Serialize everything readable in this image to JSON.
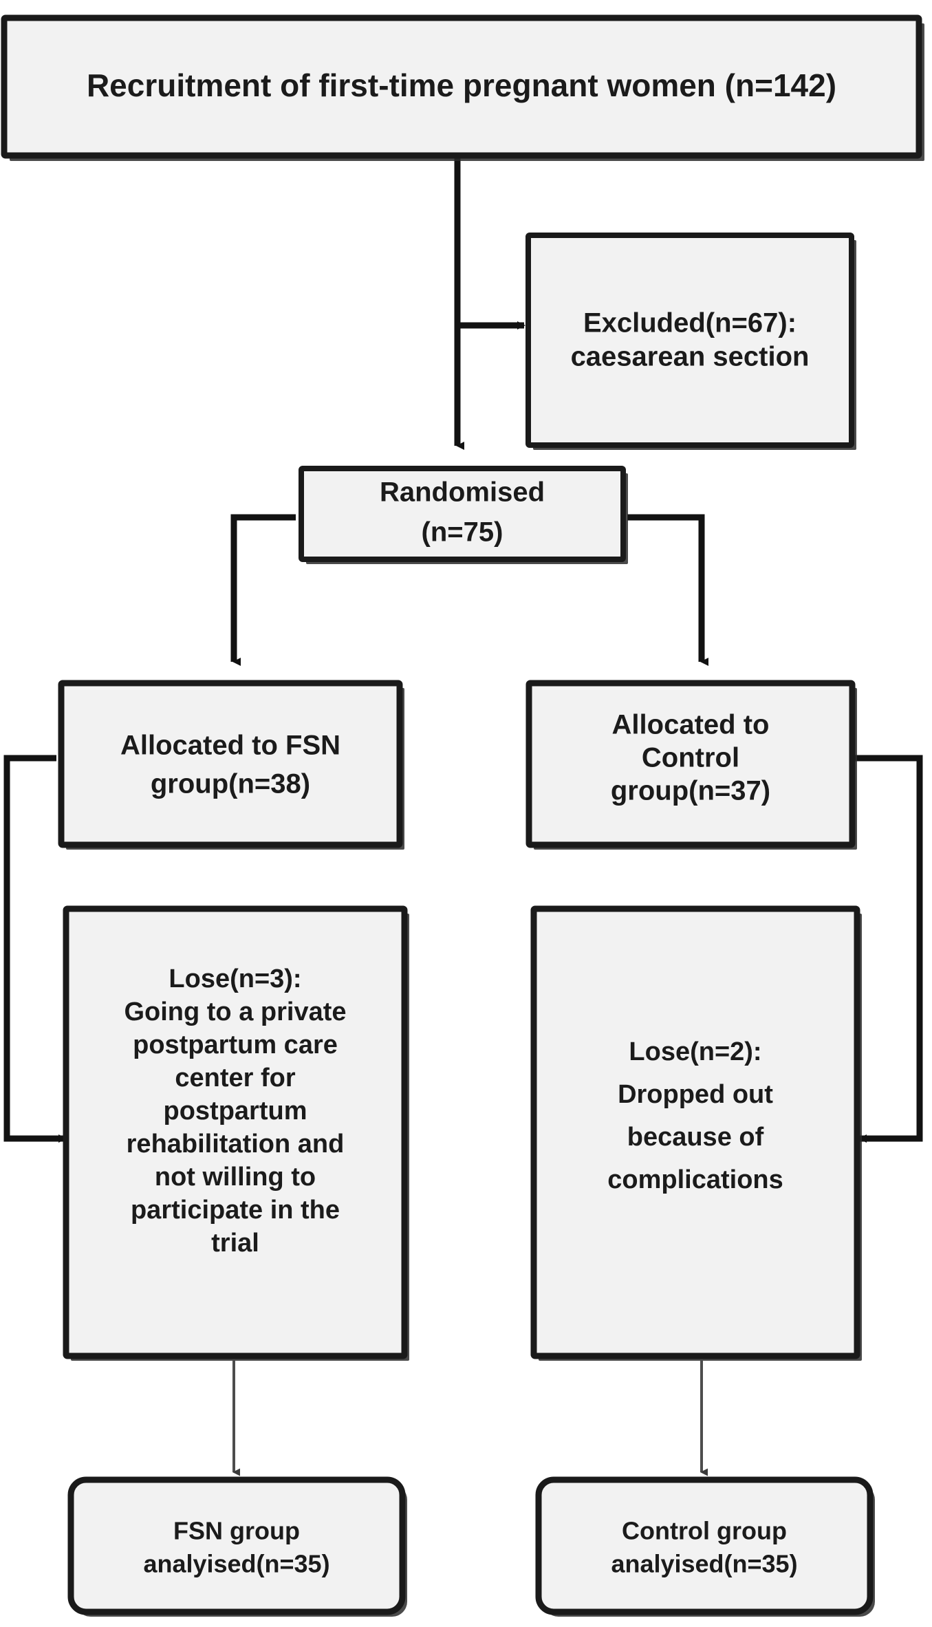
{
  "diagram": {
    "type": "consort-flow-diagram",
    "title_text": "Recruitment of first-time pregnant women (n=142)",
    "colors": {
      "box_fill": "#f2f2f2",
      "box_border": "#1a1a1a",
      "connector": "#121212",
      "connector_thin": "#4d4d4d",
      "text": "#1b1b1b",
      "background": "#ffffff"
    }
  },
  "nodes": {
    "recruitment": {
      "name": "recruitment-box",
      "lines": [
        "Recruitment of first-time pregnant women (n=142)"
      ],
      "n": 142
    },
    "excluded": {
      "name": "excluded-box",
      "lines": [
        "Excluded(n=67):",
        "caesarean section"
      ],
      "n": 67,
      "reason": "caesarean section"
    },
    "randomised": {
      "name": "randomised-box",
      "lines": [
        "Randomised",
        "(n=75)"
      ],
      "n": 75
    },
    "allocated_fsn": {
      "name": "allocated-fsn-box",
      "lines": [
        "Allocated to FSN",
        "group(n=38)"
      ],
      "n": 38,
      "group": "FSN"
    },
    "allocated_control": {
      "name": "allocated-control-box",
      "lines": [
        "Allocated to",
        "Control",
        "group(n=37)"
      ],
      "n": 37,
      "group": "Control"
    },
    "lose_fsn": {
      "name": "lose-fsn-box",
      "lines": [
        "Lose(n=3):",
        "Going to a private",
        "postpartum care",
        "center for",
        "postpartum",
        "rehabilitation and",
        "not willing to",
        "participate in the",
        "trial"
      ],
      "n": 3
    },
    "lose_control": {
      "name": "lose-control-box",
      "lines": [
        "Lose(n=2):",
        "Dropped out",
        "because of",
        "complications"
      ],
      "n": 2
    },
    "analysed_fsn": {
      "name": "analysed-fsn-box",
      "lines": [
        "FSN group",
        "analyised(n=35)"
      ],
      "n": 35
    },
    "analysed_control": {
      "name": "analysed-control-box",
      "lines": [
        "Control group",
        "analyised(n=35)"
      ],
      "n": 35
    }
  },
  "edges": [
    {
      "name": "edge-recruitment-to-randomised",
      "from": "recruitment",
      "to": "randomised"
    },
    {
      "name": "edge-recruitment-to-excluded",
      "from": "recruitment",
      "to": "excluded"
    },
    {
      "name": "edge-randomised-to-allocated-fsn",
      "from": "randomised",
      "to": "allocated_fsn"
    },
    {
      "name": "edge-randomised-to-allocated-control",
      "from": "randomised",
      "to": "allocated_control"
    },
    {
      "name": "edge-allocated-fsn-to-lose-fsn",
      "from": "allocated_fsn",
      "to": "lose_fsn"
    },
    {
      "name": "edge-allocated-control-to-lose-control",
      "from": "allocated_control",
      "to": "lose_control"
    },
    {
      "name": "edge-lose-fsn-to-analysed-fsn",
      "from": "lose_fsn",
      "to": "analysed_fsn"
    },
    {
      "name": "edge-lose-control-to-analysed-control",
      "from": "lose_control",
      "to": "analysed_control"
    }
  ]
}
